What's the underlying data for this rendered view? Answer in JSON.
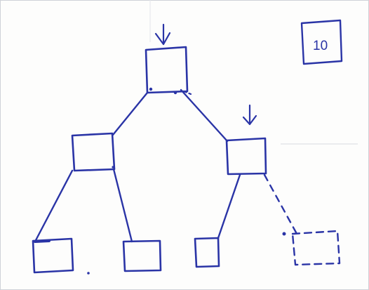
{
  "ink_color": "#2a34a6",
  "counter_box": {
    "label": "10"
  },
  "tree": {
    "root": {
      "marked": true
    },
    "left_child": {
      "marked": false
    },
    "right_child": {
      "marked": true
    },
    "leaves": [
      {
        "style": "solid"
      },
      {
        "style": "solid"
      },
      {
        "style": "solid"
      },
      {
        "style": "dashed"
      }
    ],
    "edges": [
      {
        "from": "root",
        "to": "left_child",
        "style": "solid"
      },
      {
        "from": "root",
        "to": "right_child",
        "style": "solid"
      },
      {
        "from": "left_child",
        "to": "leaf_1",
        "style": "solid"
      },
      {
        "from": "left_child",
        "to": "leaf_2",
        "style": "solid"
      },
      {
        "from": "right_child",
        "to": "leaf_3",
        "style": "solid"
      },
      {
        "from": "right_child",
        "to": "leaf_4",
        "style": "dashed"
      }
    ]
  }
}
